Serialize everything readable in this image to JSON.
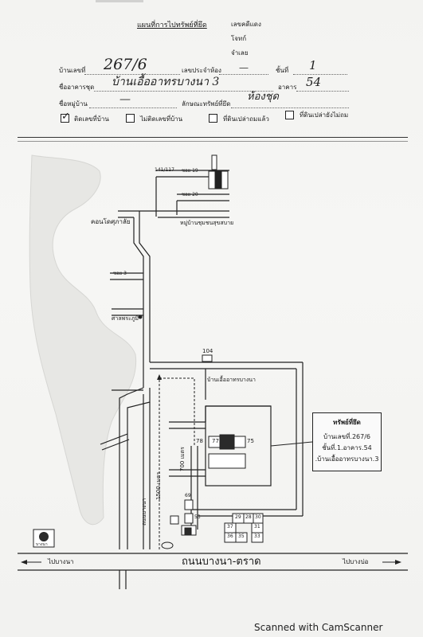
{
  "header": {
    "top_right_lines": [
      "เลขคดีแดง",
      "จำเลย",
      "โจทก์"
    ],
    "title": "แผนที่การไปทรัพย์ที่ยึด"
  },
  "form": {
    "house_no_label": "บ้านเลขที่",
    "house_no_value": "267/6",
    "tax_id_label": "เลขประจำห้อง",
    "tax_id_value": "—",
    "floor_label": "ชั้นที่",
    "floor_value": "1",
    "building_label": "ชื่ออาคารชุด",
    "building_value": "บ้านเอื้ออาทรบางนา 3",
    "building_no_label": "อาคาร",
    "building_no_value": "54",
    "village_label": "ชื่อหมู่บ้าน",
    "village_value": "—",
    "asset_type_label": "ลักษณะทรัพย์ที่ยึด",
    "asset_type_value": "ห้องชุด",
    "checkboxes": [
      {
        "label": "ติดเลขที่บ้าน",
        "checked": true
      },
      {
        "label": "ไม่ติดเลขที่บ้าน",
        "checked": false
      },
      {
        "label": "ที่ดินเปล่าถมแล้ว",
        "checked": false
      },
      {
        "label": "ที่ดินเปล่ายังไม่ถม",
        "checked": false
      }
    ],
    "check_mark": "✓"
  },
  "map": {
    "labels": {
      "road_no": "141/117",
      "soi_19": "ซอย 19",
      "soi_20": "ซอย 20",
      "soi_3": "ซอย 3",
      "condo": "คอนโดศุภาลัย",
      "village_name": "หมู่บ้านชุมชนสุขสบาย",
      "shrine": "ศาลพระภูมิ",
      "plot_104": "104",
      "project": "บ้านเอื้ออาทรบางนา",
      "bld_77": "77",
      "bld_78": "78",
      "bld_75": "75",
      "dist_700": "700 เมตร",
      "dist_1500": "1500 เมตร",
      "road_side": "ถนนบางนา",
      "bld_69": "69",
      "bld_53": "53",
      "bld_29": "29",
      "bld_28": "28",
      "bld_30": "30",
      "bld_37": "37",
      "bld_31": "31",
      "bld_36": "36",
      "bld_35": "35",
      "bld_33": "33",
      "main_road": "ถนนบางนา-ตราด",
      "to_bangna": "ไปบางนา",
      "to_bangbo": "ไปบางบ่อ",
      "logo_text": "บางนา"
    }
  },
  "infobox": {
    "title": "ทรัพย์ที่ยึด",
    "line1": "บ้านเลขที่.267/6",
    "line2": "ชั้นที่.1.อาคาร.54",
    "line3": ".บ้านเอื้ออาทรบางนา.3"
  },
  "footer": {
    "watermark": "Scanned with CamScanner"
  },
  "colors": {
    "ink": "#1a1a1a",
    "filled_block": "#2a2a2a",
    "paper": "#f4f4f2"
  }
}
